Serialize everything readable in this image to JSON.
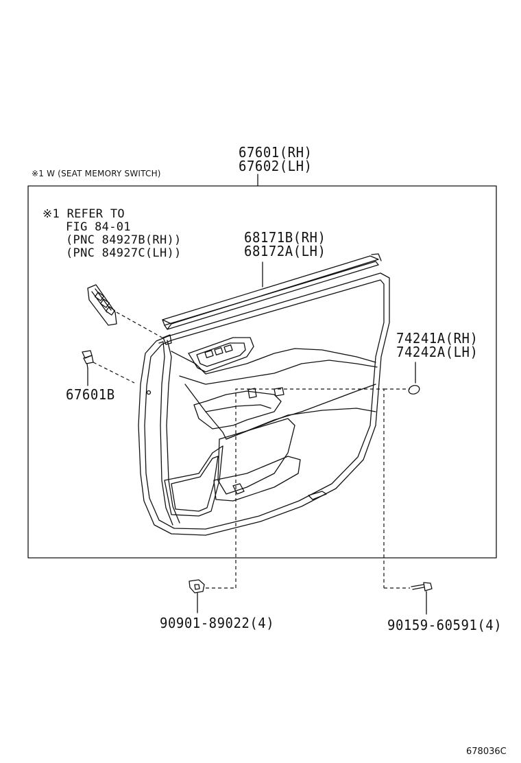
{
  "diagram": {
    "assembly_label": {
      "line1": "67601(RH)",
      "line2": "67602(LH)"
    },
    "note_header": "※1 W (SEAT MEMORY SWITCH)",
    "refer_note": {
      "line1": "※1 REFER TO",
      "line2": "FIG 84-01",
      "line3": "(PNC 84927B(RH))",
      "line4": "(PNC 84927C(LH))"
    },
    "weatherstrip_label": {
      "line1": "68171B(RH)",
      "line2": "68172A(LH)"
    },
    "clip_label": "67601B",
    "cap_label": {
      "line1": "74241A(RH)",
      "line2": "74242A(LH)"
    },
    "nut_label": "90901-89022(4)",
    "screw_label": "90159-60591(4)",
    "figure_code": "678036C"
  }
}
